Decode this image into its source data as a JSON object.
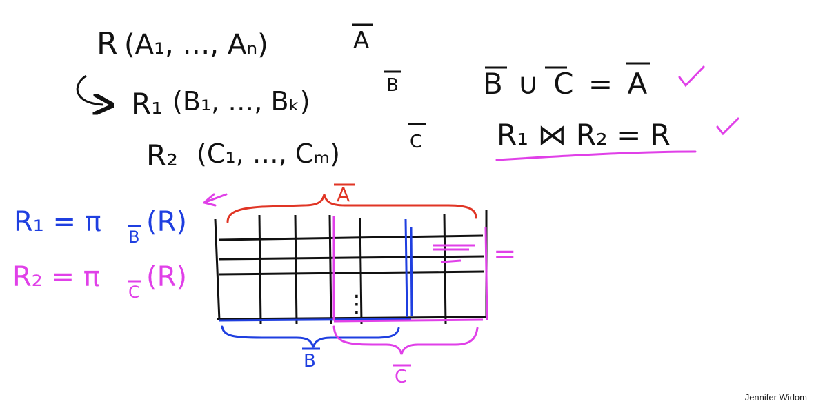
{
  "colors": {
    "black": "#111111",
    "blue": "#1f3fe0",
    "magenta": "#e040e8",
    "red": "#e03525"
  },
  "decomposition": {
    "r_name": "R",
    "r_attrs": "(A₁, …, Aₙ)",
    "r_set": "A",
    "r1_name": "R₁",
    "r1_attrs": "(B₁, …, Bₖ)",
    "r1_set": "B",
    "r2_name": "R₂",
    "r2_attrs": "(C₁, …, Cₘ)",
    "r2_set": "C"
  },
  "conditions": {
    "union": "B ∪ C = A",
    "join": "R₁ ⋈ R₂ = R"
  },
  "projections": {
    "r1_lhs": "R₁ = π",
    "r1_sub": "B",
    "r1_arg": "(R)",
    "r2_lhs": "R₂ = π",
    "r2_sub": "C",
    "r2_arg": "(R)"
  },
  "table": {
    "brace_top": "A",
    "brace_b": "B",
    "brace_c": "C",
    "ellipsis": "⋮",
    "equals_mark": "="
  },
  "author": "Jennifer Widom"
}
